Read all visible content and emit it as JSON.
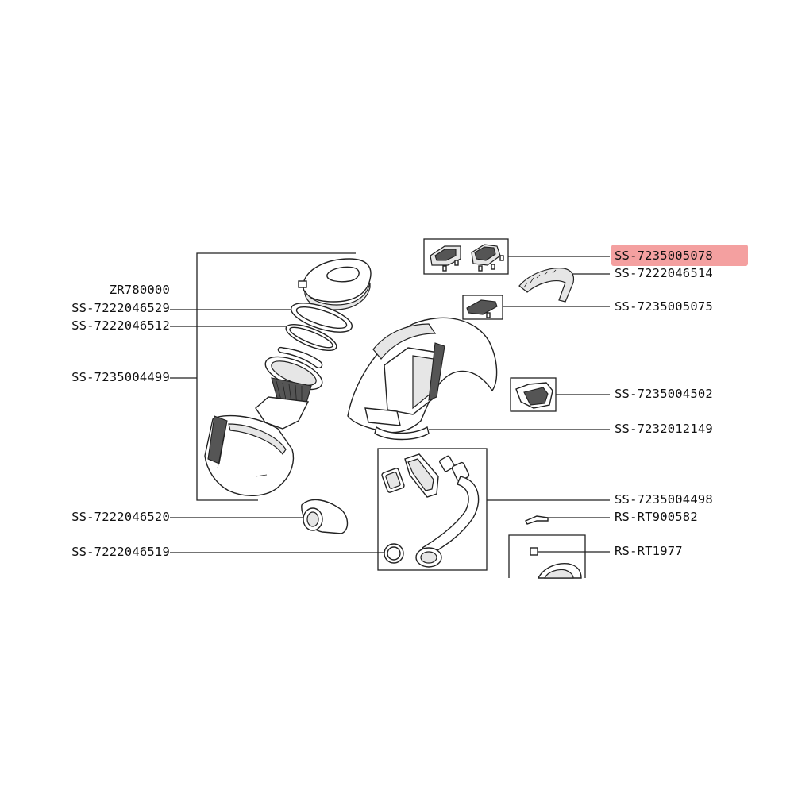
{
  "highlight": {
    "color": "#f4a0a0",
    "label_index": 0
  },
  "labels_left": [
    {
      "id": "zr780000",
      "text": "ZR780000"
    },
    {
      "id": "ss7222046529",
      "text": "SS-7222046529"
    },
    {
      "id": "ss7222046512",
      "text": "SS-7222046512"
    },
    {
      "id": "ss7235004499",
      "text": "SS-7235004499"
    },
    {
      "id": "ss7222046520",
      "text": "SS-7222046520"
    },
    {
      "id": "ss7222046519",
      "text": "SS-7222046519"
    }
  ],
  "labels_right": [
    {
      "id": "ss7235005078",
      "text": "SS-7235005078"
    },
    {
      "id": "ss7222046514",
      "text": "SS-7222046514"
    },
    {
      "id": "ss7235005075",
      "text": "SS-7235005075"
    },
    {
      "id": "ss7235004502",
      "text": "SS-7235004502"
    },
    {
      "id": "ss7232012149",
      "text": "SS-7232012149"
    },
    {
      "id": "ss7235004498",
      "text": "SS-7235004498"
    },
    {
      "id": "rsrt900582",
      "text": "RS-RT900582"
    },
    {
      "id": "rsrt1977",
      "text": "RS-RT1977"
    }
  ]
}
